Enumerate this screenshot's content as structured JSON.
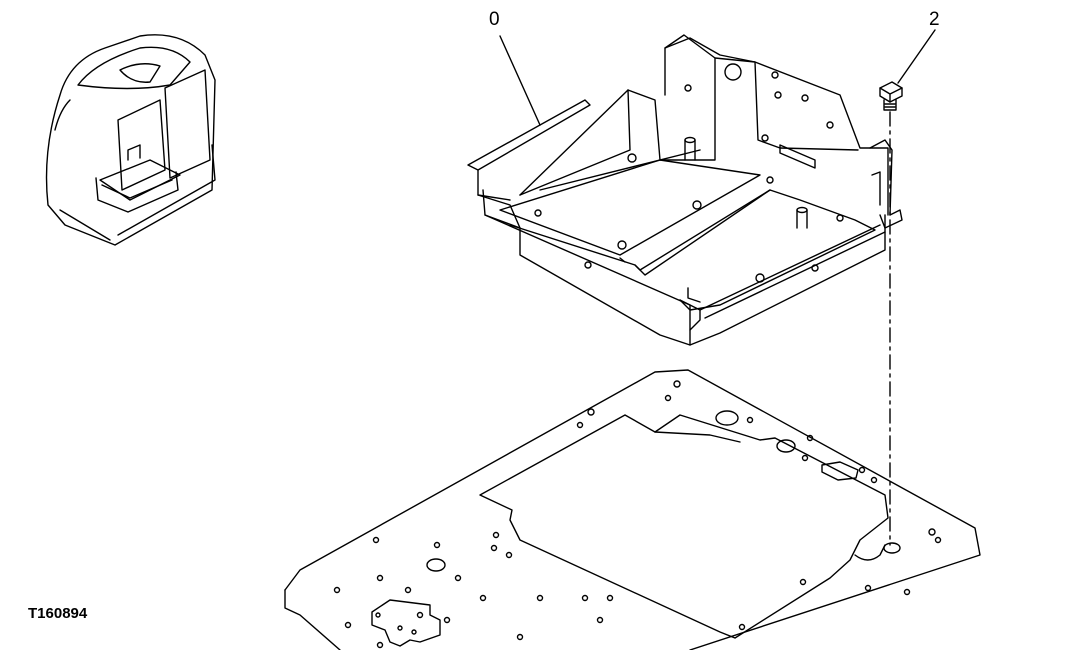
{
  "callouts": {
    "part_0": "0",
    "part_2": "2"
  },
  "figure_id": "T160894",
  "colors": {
    "line": "#000000",
    "background": "#ffffff"
  }
}
